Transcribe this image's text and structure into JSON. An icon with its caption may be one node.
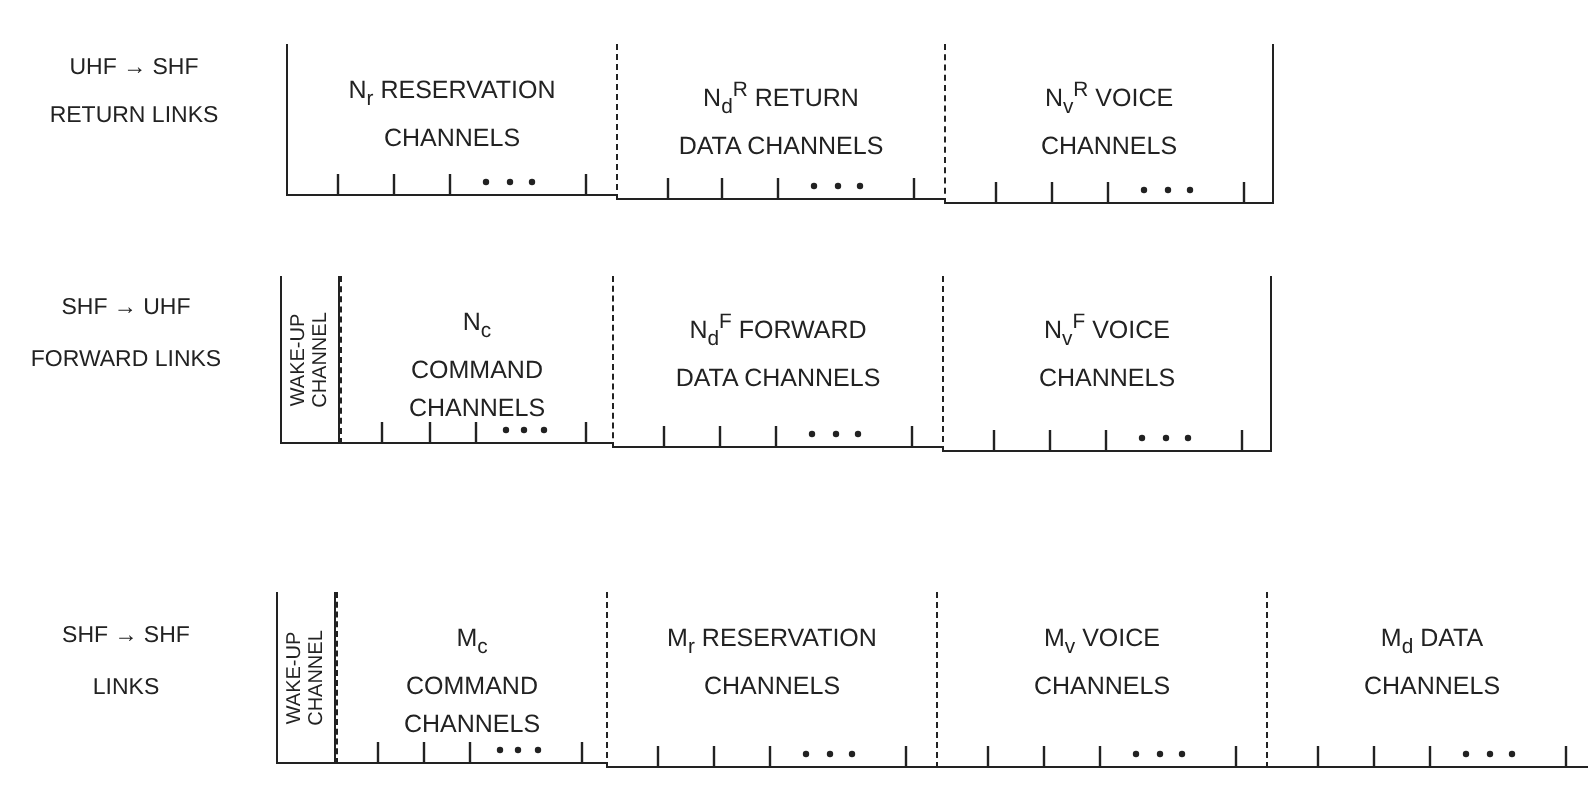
{
  "diagram": {
    "nodes": [
      {
        "text": [
          "N$_{r}$ RESERVATION CHANNELS"
        ]
      },
      {
        "text": [
          "N$_{d}$$^{R}$ RETURN DATA CHANNELS"
        ]
      },
      {
        "text": [
          "N$_{v}$$^{R}$ VOICE CHANNELS"
        ]
      },
      {
        "text": [
          "WAKE-UP CHANNEL"
        ]
      },
      {
        "text": [
          "N$_{c}$ COMMAND CHANNELS"
        ]
      },
      {
        "text": [
          "N$_{d}$$^{F}$ FORWARD DATA CHANNELS"
        ]
      },
      {
        "text": [
          "N$_{v}$$^{F}$ VOICE CHANNELS"
        ]
      },
      {
        "text": [
          "WAKE-UP CHANNEL"
        ]
      },
      {
        "text": [
          "M$_{c}$ COMMAND CHANNELS"
        ]
      },
      {
        "text": [
          "M$_{r}$ RESERVATION CHANNELS"
        ]
      },
      {
        "text": [
          "M$_{v}$ VOICE CHANNELS"
        ]
      },
      {
        "text": [
          "M$_{d}$ DATA CHANNELS"
        ]
      }
    ],
    "labels": [
      "UHF → SHF",
      "RETURN LINKS",
      "SHF → UHF",
      "FORWARD LINKS",
      "SHF → SHF",
      "LINKS"
    ]
  }
}
